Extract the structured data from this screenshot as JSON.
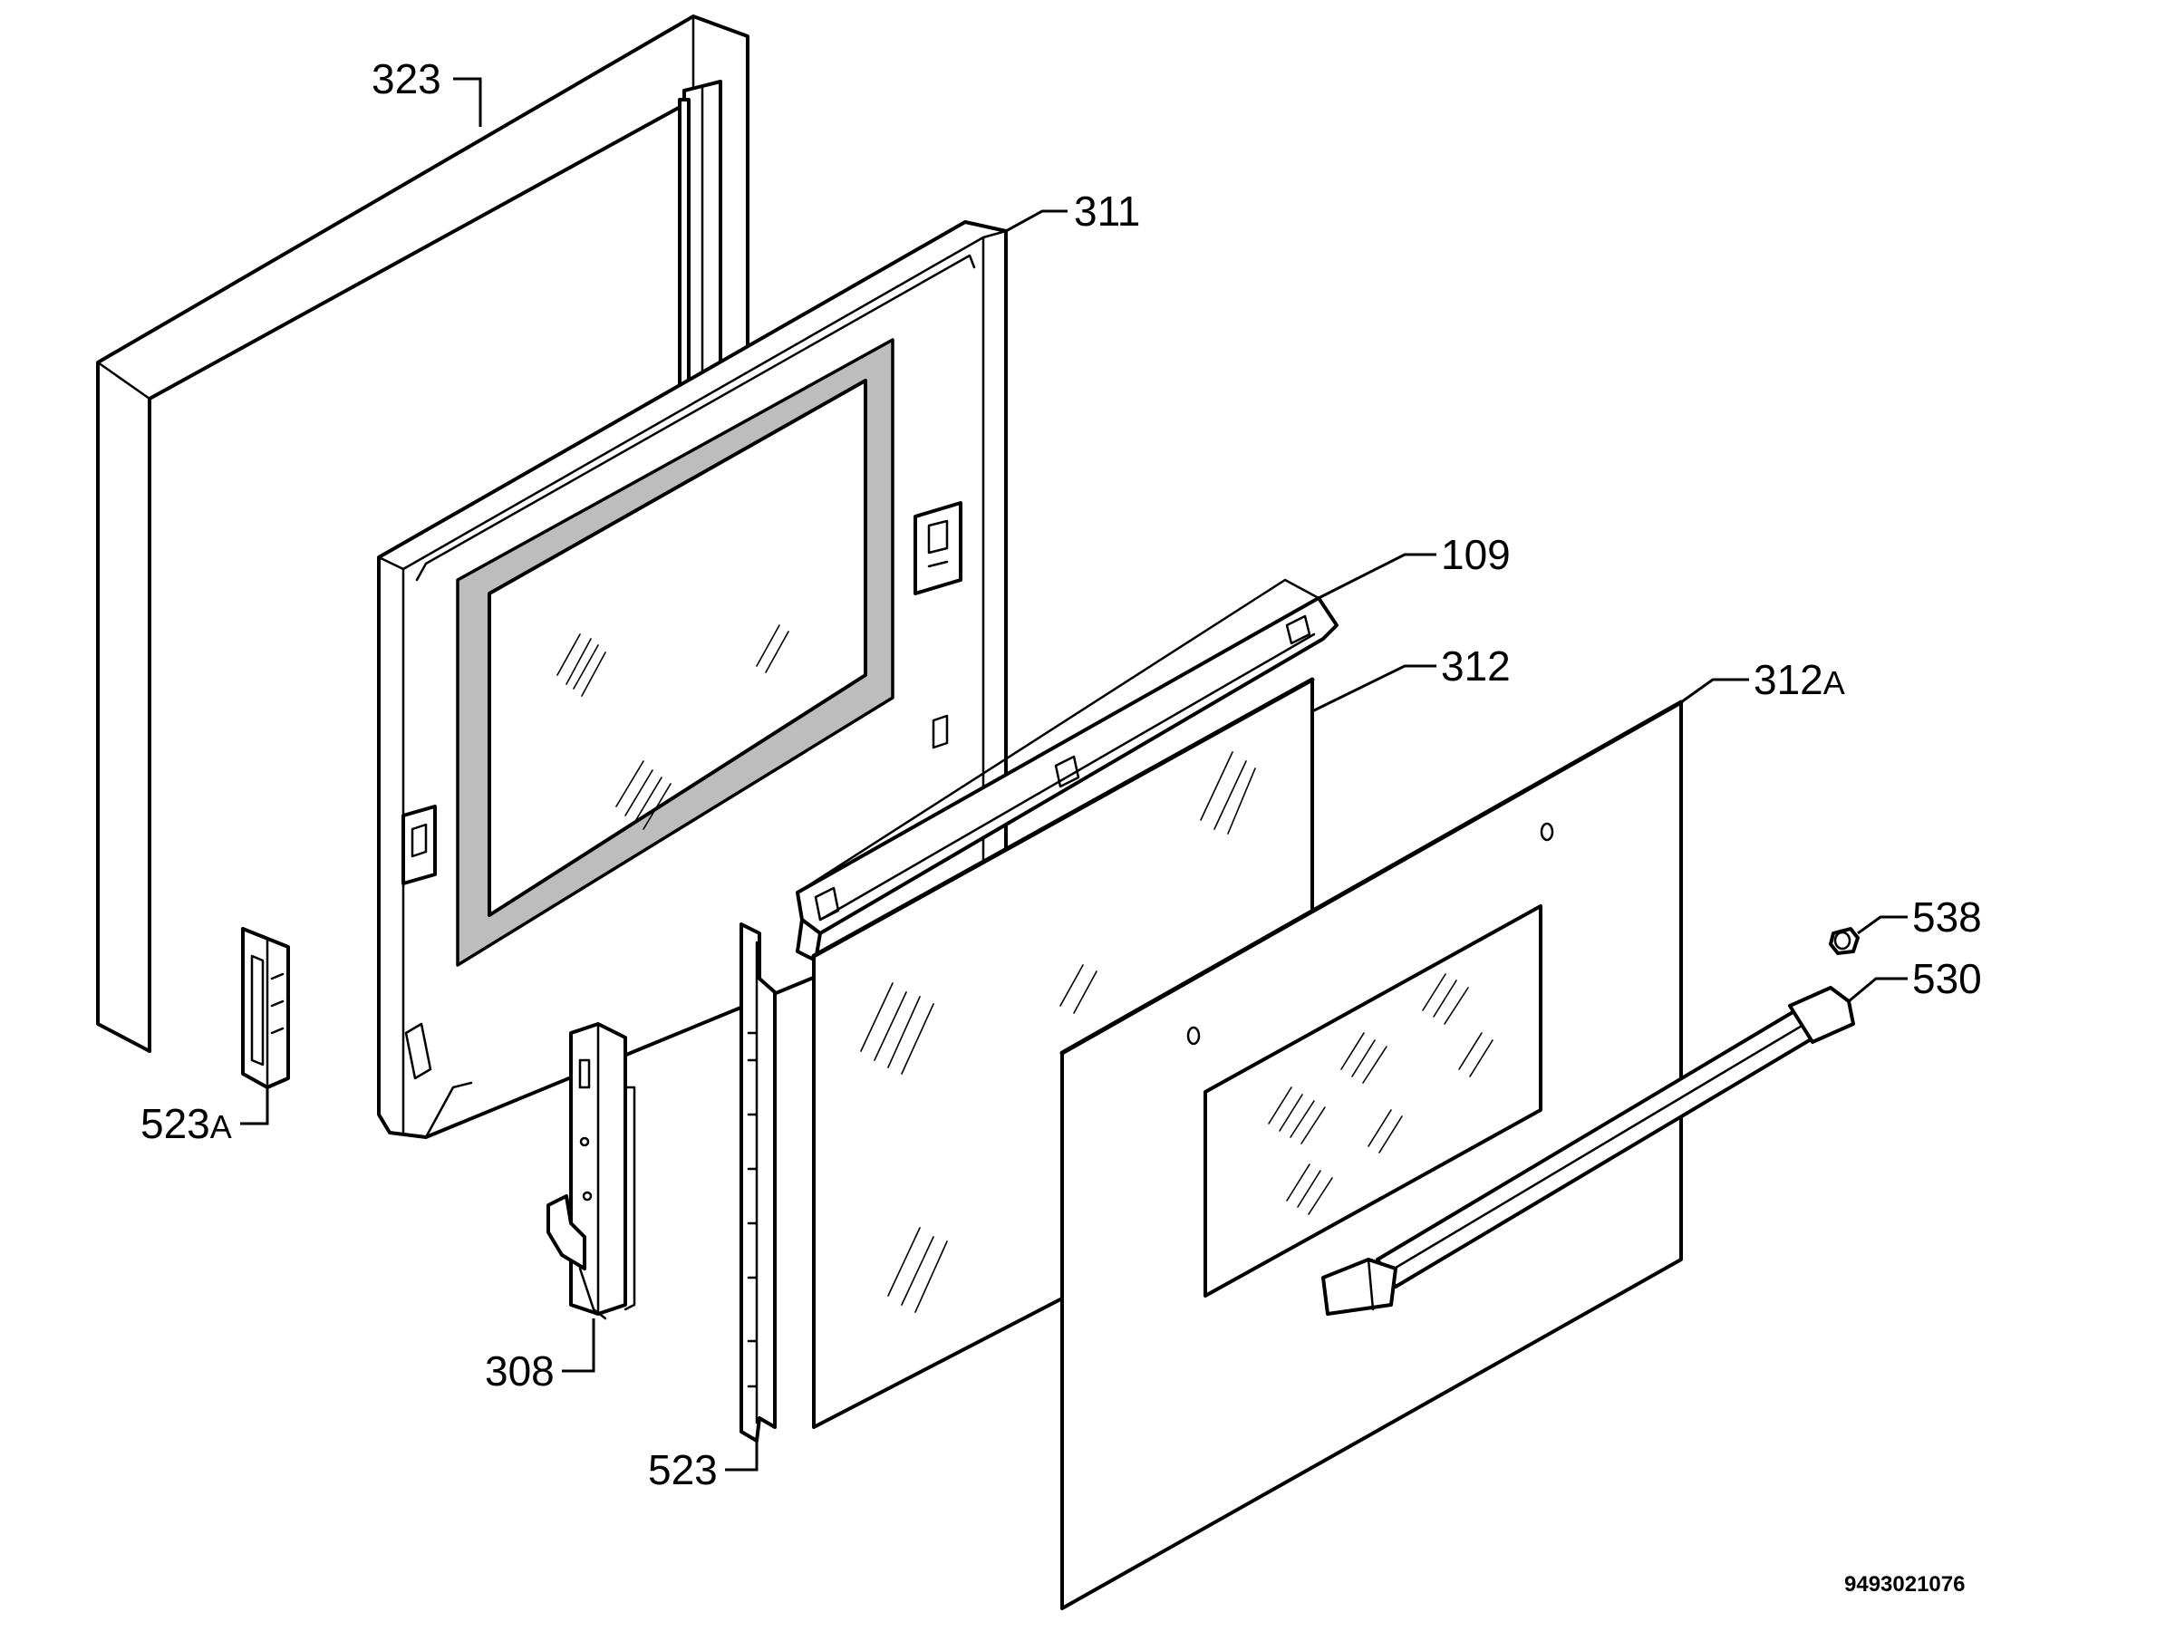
{
  "diagram": {
    "labels": [
      {
        "id": "323",
        "number": "323",
        "suffix": ""
      },
      {
        "id": "311",
        "number": "311",
        "suffix": ""
      },
      {
        "id": "109",
        "number": "109",
        "suffix": ""
      },
      {
        "id": "312",
        "number": "312",
        "suffix": ""
      },
      {
        "id": "312A",
        "number": "312",
        "suffix": "A"
      },
      {
        "id": "538",
        "number": "538",
        "suffix": ""
      },
      {
        "id": "530",
        "number": "530",
        "suffix": ""
      },
      {
        "id": "523A",
        "number": "523",
        "suffix": "A"
      },
      {
        "id": "308",
        "number": "308",
        "suffix": ""
      },
      {
        "id": "523",
        "number": "523",
        "suffix": ""
      }
    ],
    "reference_number": "9493021076"
  }
}
